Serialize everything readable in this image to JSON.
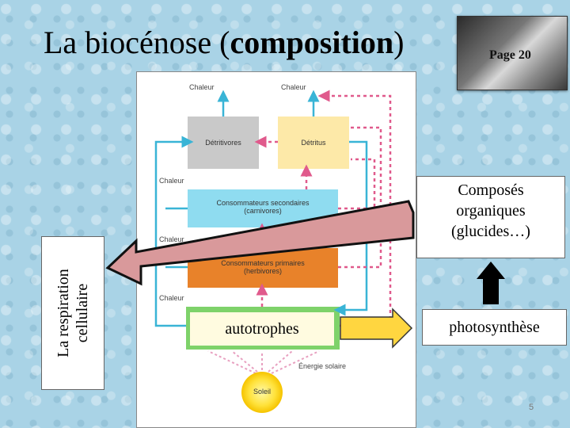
{
  "title": {
    "regular": "La biocénose (",
    "bold": "composition",
    "close": ")"
  },
  "page_badge": "Page 20",
  "diagram": {
    "heat_top_left": "Chaleur",
    "heat_top_right": "Chaleur",
    "detritivores": "Détritivores",
    "detritus": "Détritus",
    "heat_secondary": "Chaleur",
    "secondary_consumers": "Consommateurs secondaires",
    "secondary_sub": "(carnivores)",
    "heat_primary": "Chaleur",
    "primary_consumers": "Consommateurs primaires",
    "primary_sub": "(herbivores)",
    "heat_producers": "Chaleur",
    "solar_energy": "Énergie solaire",
    "sun": "Soleil"
  },
  "autotrophes": "autotrophes",
  "respiration": {
    "line1": "La respiration",
    "line2": "cellulaire"
  },
  "compounds": {
    "line1": "Composés",
    "line2": "organiques",
    "line3": "(glucides…)"
  },
  "photosynthese": "photosynthèse",
  "slide_number": "5",
  "colors": {
    "detritivores": "#c9c9c9",
    "detritus": "#fde9a8",
    "secondary": "#8fdcf0",
    "primary": "#e8822a",
    "producers": "#7ed26a",
    "flow_cyan": "#39b4d6",
    "flow_pink": "#e05a8c",
    "arrow_pink": "#d9999b"
  }
}
